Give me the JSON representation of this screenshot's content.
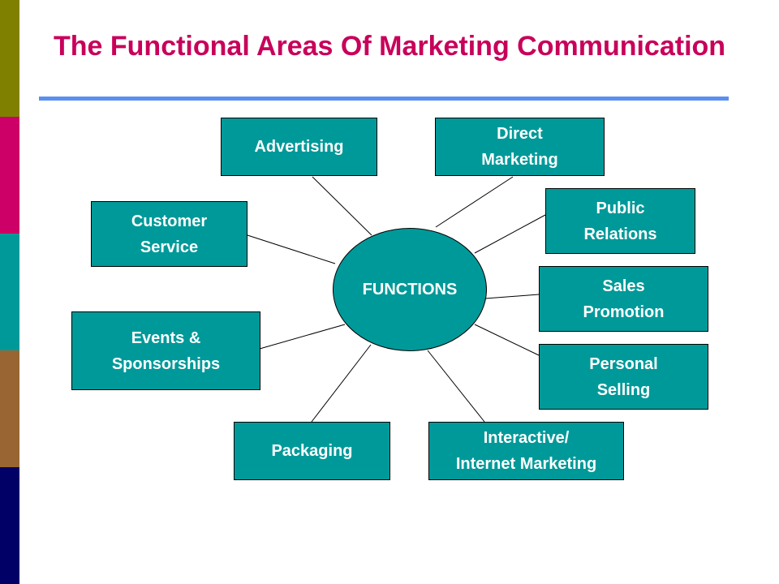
{
  "slide": {
    "title": "The Functional Areas Of Marketing Communication"
  },
  "colors": {
    "title": "#c8005a",
    "rule": "#5b8ff0",
    "node_fill": "#009999",
    "node_text": "#ffffff",
    "connector": "#000000",
    "side_bands": [
      "#808000",
      "#cc0066",
      "#009999",
      "#996633",
      "#000066"
    ]
  },
  "diagram": {
    "hub_label": "FUNCTIONS",
    "nodes": {
      "advertising": "Advertising",
      "direct_marketing": "Direct\nMarketing",
      "customer_service": "Customer\nService",
      "public_relations": "Public\nRelations",
      "sales_promotion": "Sales\nPromotion",
      "events_sponsorships": "Events &\nSponsorships",
      "personal_selling": "Personal\nSelling",
      "packaging": "Packaging",
      "interactive_internet": "Interactive/\nInternet Marketing"
    }
  }
}
